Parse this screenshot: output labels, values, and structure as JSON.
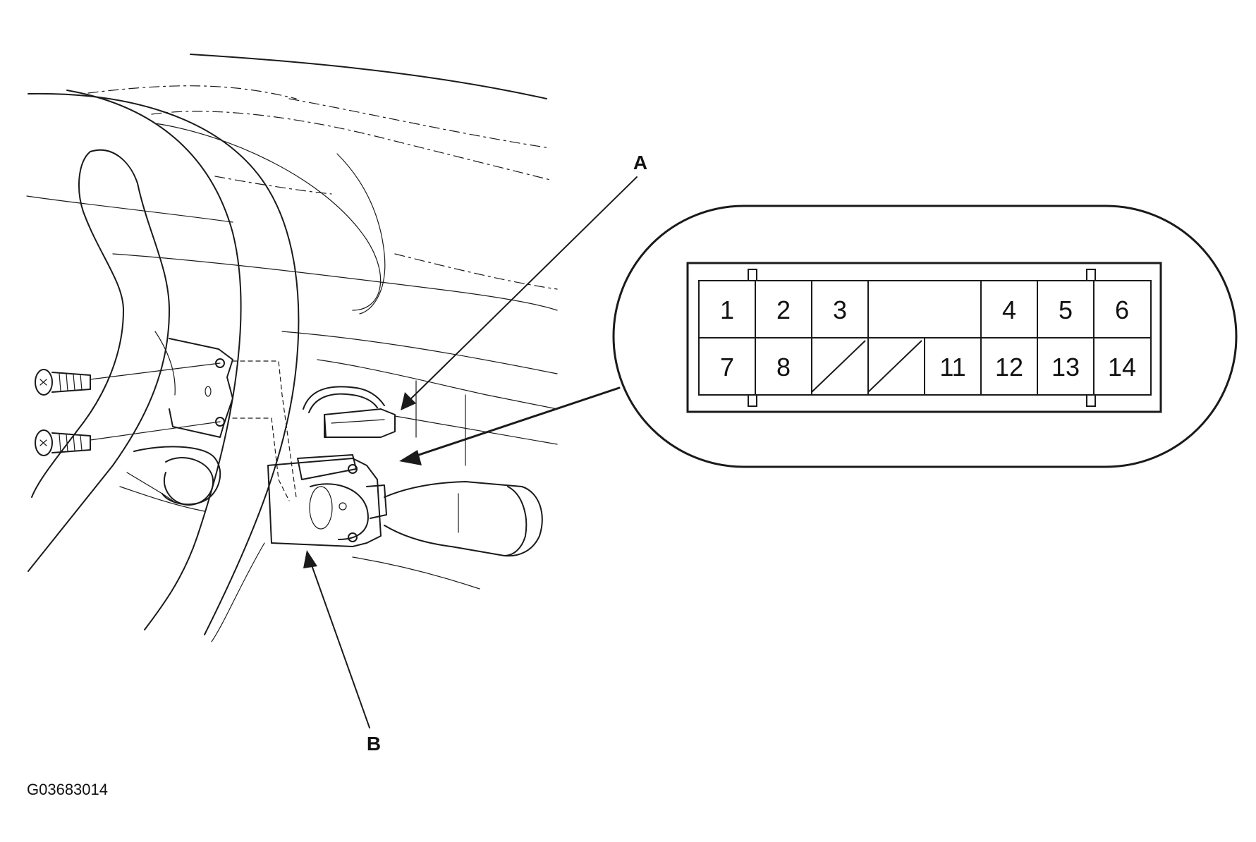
{
  "callouts": {
    "a": "A",
    "b": "B"
  },
  "figure_code": "G03683014",
  "connector_pins": {
    "top": [
      "1",
      "2",
      "3",
      "",
      "4",
      "5",
      "6"
    ],
    "bottom": [
      "7",
      "8",
      "",
      "",
      "11",
      "12",
      "13",
      "14"
    ]
  }
}
